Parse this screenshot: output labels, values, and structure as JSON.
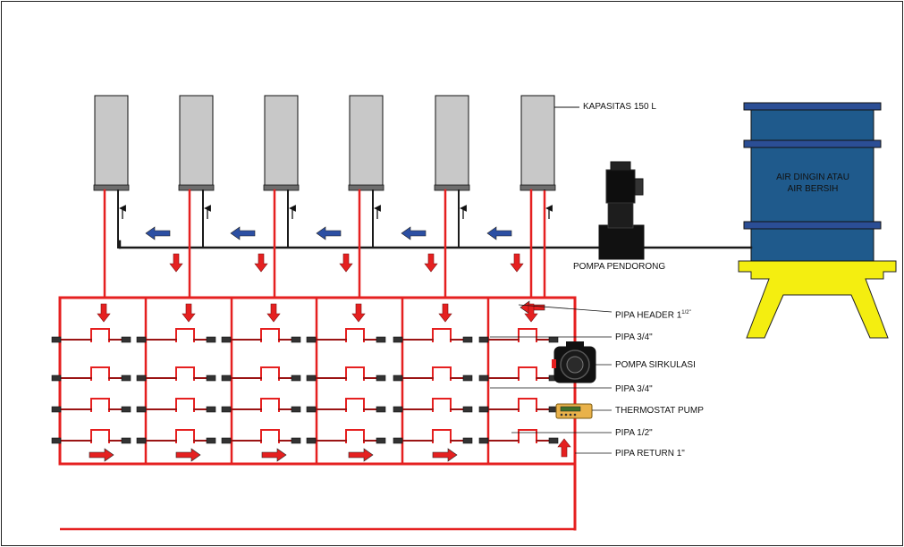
{
  "labels": {
    "capacity": "KAPASITAS 150 L",
    "tank_line1": "AIR DINGIN ATAU",
    "tank_line2": "AIR BERSIH",
    "booster_pump": "POMPA  PENDORONG",
    "header_pipe": "PIPA HEADER 1",
    "header_pipe_sup": "1/2\"",
    "pipe_34_a": "PIPA 3/4\"",
    "circ_pump": "POMPA  SIRKULASI",
    "pipe_34_b": "PIPA 3/4\"",
    "thermostat": "THERMOSTAT PUMP",
    "pipe_12": "PIPA 1/2\"",
    "return_pipe": "PIPA RETURN 1\""
  },
  "colors": {
    "hot_pipe": "#e52020",
    "cold_pipe": "#1a1a1a",
    "heater_body": "#c8c8c8",
    "tank_body": "#1f5a8c",
    "tank_stand": "#f4ee10",
    "blue_arrow": "#2c4fa3",
    "red_arrow": "#e52020"
  },
  "components": {
    "heater_count": 6,
    "outlet_rows": 4,
    "outlet_columns": 6
  }
}
